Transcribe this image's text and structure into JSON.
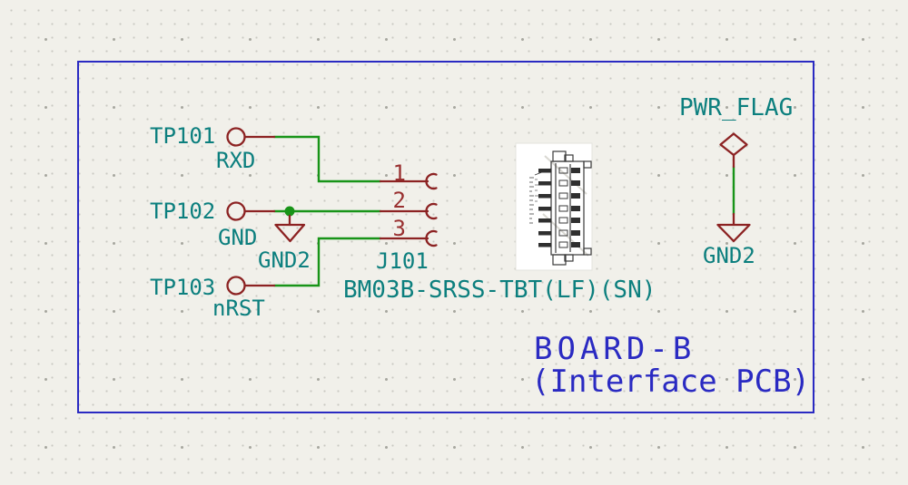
{
  "editor": {
    "background_color": "#f1f0ea",
    "grid_dot_color": "#c9c9c1",
    "sheet_border_color": "#2a2ac2",
    "wire_color": "#189418",
    "symbol_color": "#8c2222",
    "label_color": "#0c7f7e",
    "note_color": "#2a2ac2"
  },
  "sheet": {
    "title": "BOARD-B",
    "subtitle": "(Interface PCB)"
  },
  "testpoints": [
    {
      "ref": "TP101",
      "net": "RXD"
    },
    {
      "ref": "TP102",
      "net": "GND"
    },
    {
      "ref": "TP103",
      "net": "nRST"
    }
  ],
  "ground": {
    "net": "GND2"
  },
  "connector": {
    "ref": "J101",
    "value": "BM03B-SRSS-TBT(LF)(SN)",
    "pins": [
      "1",
      "2",
      "3"
    ]
  },
  "power_flag": {
    "label": "PWR_FLAG",
    "net": "GND2"
  }
}
